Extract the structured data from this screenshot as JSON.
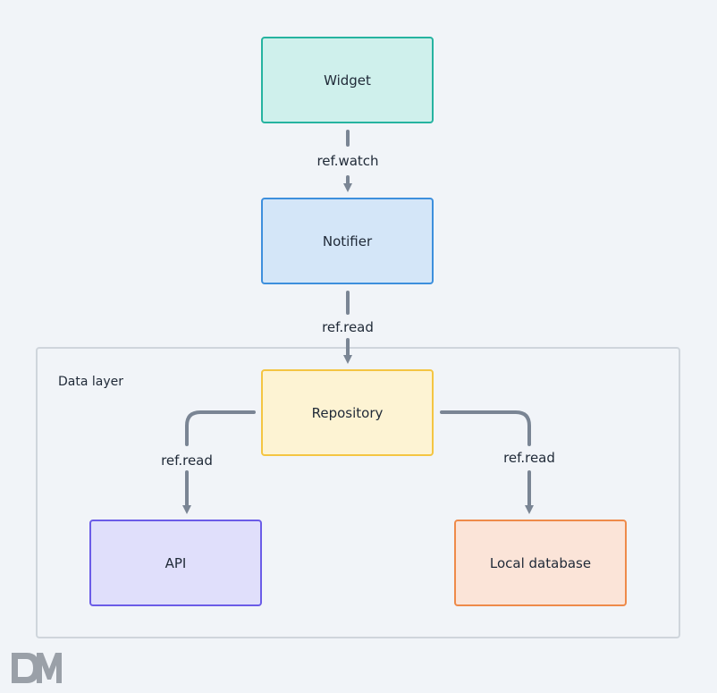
{
  "diagram": {
    "group": {
      "label": "Data layer"
    },
    "nodes": {
      "widget": {
        "label": "Widget",
        "fill": "#cff0ec",
        "stroke": "#26b3a0"
      },
      "notifier": {
        "label": "Notifier",
        "fill": "#d4e6f8",
        "stroke": "#3d8fdd"
      },
      "repository": {
        "label": "Repository",
        "fill": "#fdf3d3",
        "stroke": "#f4c542"
      },
      "api": {
        "label": "API",
        "fill": "#e0dffb",
        "stroke": "#6b5ce7"
      },
      "local_database": {
        "label": "Local database",
        "fill": "#fbe4d8",
        "stroke": "#ee8a4a"
      }
    },
    "edges": {
      "widget_to_notifier": {
        "label": "ref.watch"
      },
      "notifier_to_repository": {
        "label": "ref.read"
      },
      "repository_to_api": {
        "label": "ref.read"
      },
      "repository_to_local_database": {
        "label": "ref.read"
      }
    },
    "colors": {
      "background": "#f1f4f8",
      "edge": "#7a8594",
      "group_border": "#cfd5dc"
    }
  },
  "logo": {
    "text": "DM",
    "color": "#9aa0a8"
  }
}
